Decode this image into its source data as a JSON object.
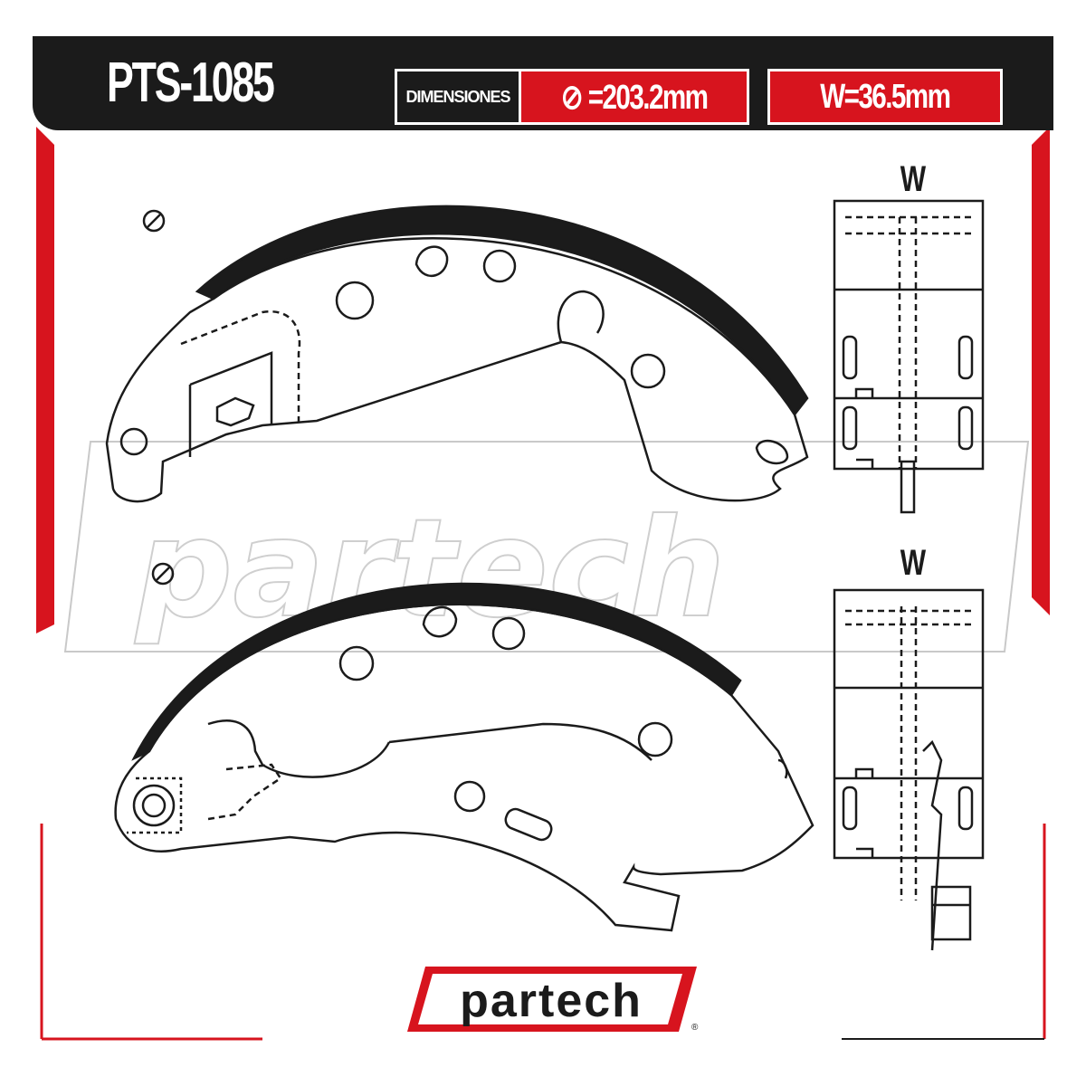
{
  "header": {
    "part_number": "PTS-1085",
    "dimensions_label": "DIMENSIONES",
    "diameter_value": "⊘ =203.2mm",
    "width_value": "W=36.5mm"
  },
  "views": {
    "top_width_label": "W",
    "bottom_width_label": "W"
  },
  "watermark": {
    "text": "partech"
  },
  "logo": {
    "text": "partech",
    "trademark": "®"
  },
  "colors": {
    "accent": "#d7141e",
    "dark": "#1b1b1b",
    "background": "#ffffff"
  }
}
